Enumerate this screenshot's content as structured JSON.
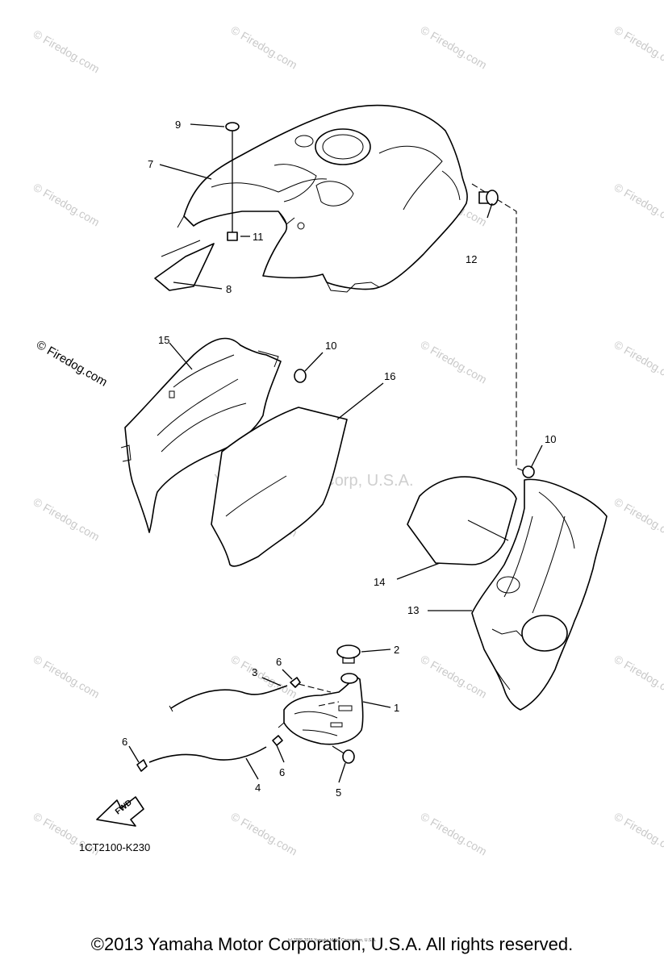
{
  "diagram": {
    "watermark": "© Firedog.com",
    "center_watermark": "Yamaha Motor Corp, U.S.A.",
    "fwd_label": "FWD",
    "drawing_code": "1CT2100-K230",
    "callouts": [
      "9",
      "7",
      "11",
      "8",
      "12",
      "15",
      "10",
      "16",
      "10",
      "14",
      "13",
      "2",
      "3",
      "6",
      "1",
      "6",
      "6",
      "4",
      "5"
    ],
    "footer_small": "(c) 2005-2015 Yamaha Motor Corporation, U.S.A.",
    "copyright": "©2013 Yamaha Motor Corporation, U.S.A. All rights reserved."
  }
}
